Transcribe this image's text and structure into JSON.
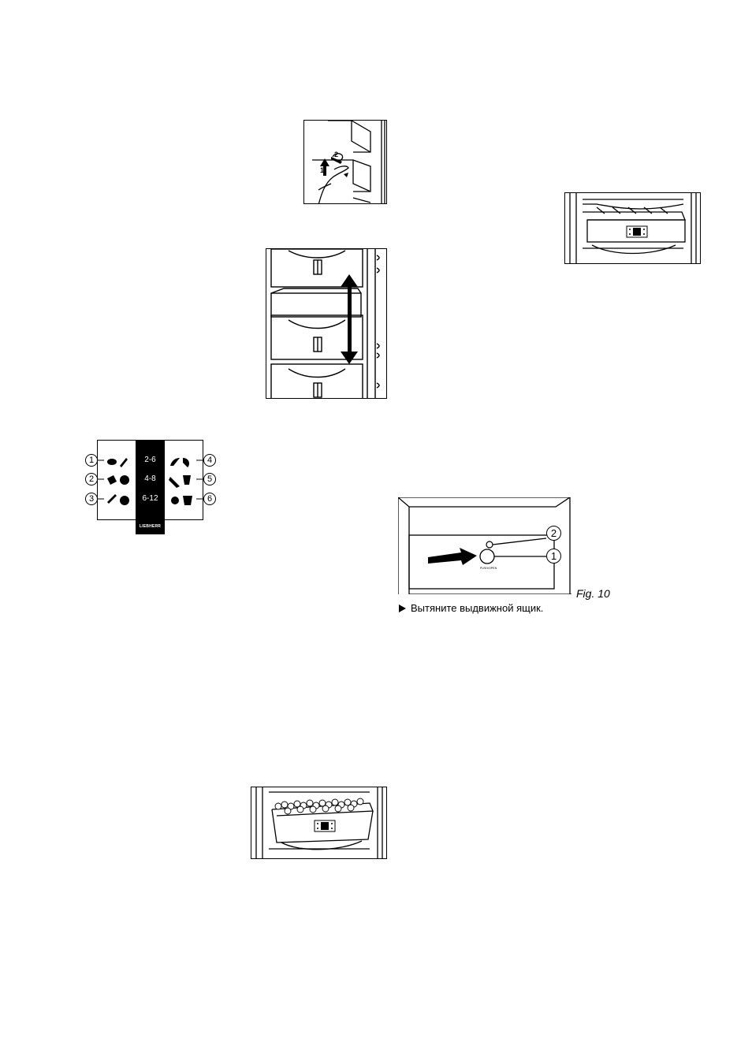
{
  "icons": {
    "shelf_removal": "shelf-removal-illustration",
    "drawer_adjust": "drawer-height-adjust-illustration",
    "food_storage": "food-storage-chart-illustration",
    "drawer_display": "drawer-with-display-illustration",
    "drawer_full": "drawer-full-illustration",
    "drawer_release": "drawer-release-button-illustration"
  },
  "shelf_figure": {
    "step1": "1",
    "step2": "2"
  },
  "storage_chart": {
    "ranges": [
      "2-6",
      "4-8",
      "6-12"
    ],
    "brand": "LIEBHERR",
    "callouts_left": [
      "1",
      "2",
      "3"
    ],
    "callouts_right": [
      "4",
      "5",
      "6"
    ]
  },
  "fig10": {
    "callout_1": "1",
    "callout_2": "2",
    "button_label": "PUSH/OPEN",
    "caption": "Fig. 10"
  },
  "instruction": {
    "text": "Вытяните выдвижной ящик."
  }
}
